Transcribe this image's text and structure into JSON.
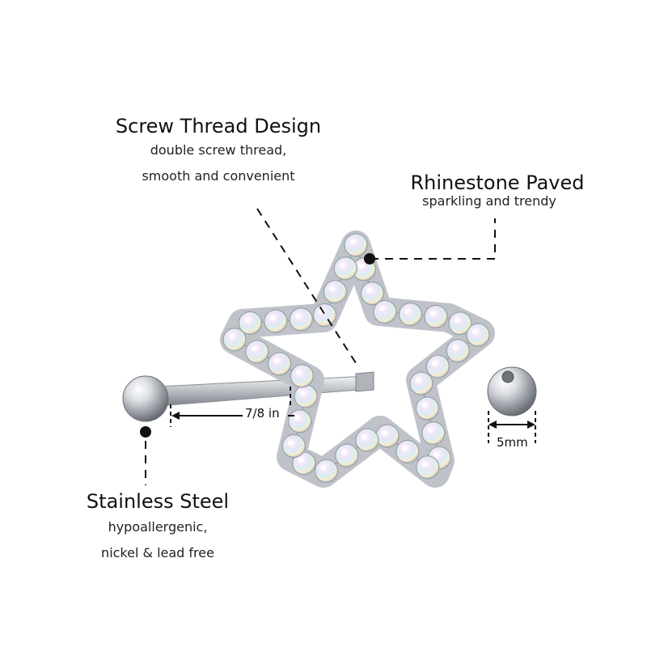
{
  "callouts": {
    "screw": {
      "title": "Screw Thread Design",
      "line1": "double screw thread,",
      "line2": "smooth and convenient"
    },
    "rhinestone": {
      "title": "Rhinestone Paved",
      "line1": "sparkling and trendy"
    },
    "steel": {
      "title": "Stainless Steel",
      "line1": "hypoallergenic,",
      "line2": "nickel & lead free"
    }
  },
  "dimensions": {
    "bar_length": "7/8 in",
    "ball_size": "5mm"
  },
  "colors": {
    "metal": "#c9ccd1",
    "crystal_ab": "#e9eef7",
    "line": "#111111"
  },
  "icons": [
    "star-shield-icon",
    "barbell-icon",
    "spare-ball-icon"
  ]
}
